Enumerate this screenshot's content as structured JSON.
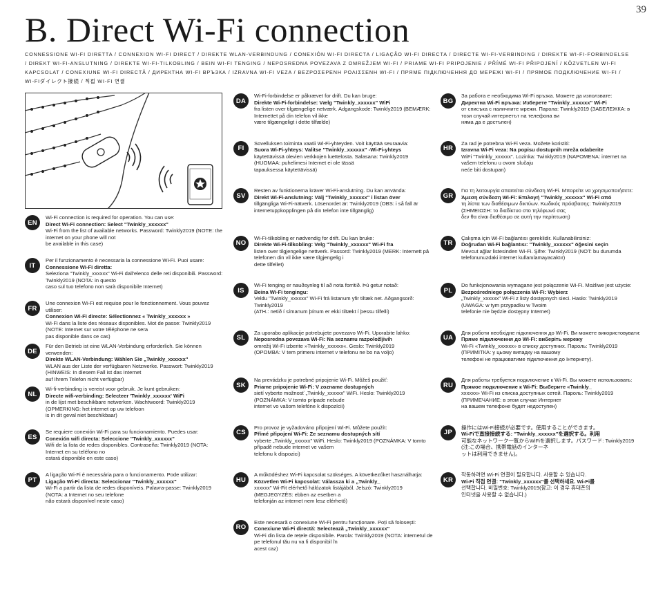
{
  "page_number": "39",
  "title": "B. Direct Wi-Fi connection",
  "subtitle": "CONNESSIONE WI-FI DIRETTA / CONNEXION WI-FI DIRECT / DIREKTE WLAN-VERBINDUNG / CONEXIÓN WI-FI DIRECTA / LIGAÇÃO WI-FI DIRECTA / DIRECTE WI-FI-VERBINDING / DIREKTE WI-FI-FORBINDELSE / DIREKT WI-FI-ANSLUTNING / DIREKTE WI-FI-TILKOBLING / BEIN WI-FI TENGING / NEPOSREDNA POVEZAVA Z OMREŽJEM WI-FI / PRIAME WI-FI PRIPOJENIE / PŘÍMÉ WI-FI PŘIPOJENÍ / KÖZVETLEN WI-FI KAPCSOLAT / CONEXIUNE WI-FI DIRECTĂ / ДИРЕКТНА WI-FI ВРЪЗКА / IZRAVNA WI-FI VEZA / ΒΕΖΡΟΣΕΡΕΝΗ ΡΟΛΙΣΣΕΝΗ WI-FI / ПРЯМЕ ПІДКЛЮЧЕННЯ ДО МЕРЕЖІ WI-FI / ПРЯМОЕ ПОДКЛЮЧЕНИЕ WI-FI / WI-FIダイレクト接続 / 직접 WI-FI 연결",
  "illustration": {
    "phone_icon": "star-logo-icon",
    "signal_icon": "wifi-waves-icon"
  },
  "col1": [
    {
      "code": "EN",
      "l1": "Wi-Fi connection is required for operation. You can use:",
      "l2": "Direct Wi-Fi connection: Select \"Twinkly_xxxxxx\"",
      "l3": "Wi-Fi from the list of available networks. Password: Twinkly2019 (NOTE: the internet on your phone will not",
      "l4": "be available in this case)"
    },
    {
      "code": "IT",
      "l1": "Per il funzionamento è necessaria la connessione Wi-Fi. Puoi usare:",
      "l2": "Connessione Wi-Fi diretta:",
      "l3": "Seleziona \"Twinkly_xxxxxx\" Wi-Fi dall'elenco delle reti disponibili. Password: Twinkly2019 (NOTA: in questo",
      "l4": "caso sul tuo telefono non sarà disponibile Internet)"
    },
    {
      "code": "FR",
      "l1": "Une connexion Wi-Fi est requise pour le fonctionnement. Vous pouvez utiliser:",
      "l2": "Connexion Wi-Fi directe: Sélectionnez « Twinkly_xxxxxx »",
      "l3": "Wi-Fi dans la liste des réseaux disponibles. Mot de passe: Twinkly2019 (NOTE: Internet sur votre téléphone ne sera",
      "l4": "pas disponible dans ce cas)"
    },
    {
      "code": "DE",
      "l1": "Für den Betrieb ist eine WLAN-Verbindung erforderlich. Sie können verwenden:",
      "l2": "Direkte WLAN-Verbindung: Wählen Sie „Twinkly_xxxxxx\"",
      "l3": "WLAN aus der Liste der verfügbaren Netzwerke. Passwort: Twinkly2019 (HINWEIS: In diesem Fall ist das Internet",
      "l4": "auf Ihrem Telefon nicht verfügbar)"
    },
    {
      "code": "NL",
      "l1": "Wi-fi-verbinding is vereist voor gebruik. Je kunt gebruiken:",
      "l2": "Directe wifi-verbinding: Selecteer 'Twinkly_xxxxxx' WiFi",
      "l3": "in de lijst met beschikbare netwerken. Wachtwoord: Twinkly2019 (OPMERKING: het internet op uw telefoon",
      "l4": "is in dit geval niet beschikbaar)"
    },
    {
      "code": "ES",
      "l1": "Se requiere conexión Wi-Fi para su funcionamiento. Puedes usar:",
      "l2": "Conexión wifi directa: Seleccione \"Twinkly_xxxxxx\"",
      "l3": "Wifi de la lista de redes disponibles. Contraseña: Twinkly2019 (NOTA: Internet en su teléfono no",
      "l4": "estará disponible en este caso)"
    },
    {
      "code": "PT",
      "l1": "A ligação Wi-Fi é necessária para o funcionamento. Pode utilizar:",
      "l2": "Ligação Wi-Fi directa: Seleccionar \"Twinkly_xxxxxx\"",
      "l3": "Wi-Fi a partir da lista de redes disponíveis. Palavra-passe: Twinkly2019 (NOTA: a Internet no seu telefone",
      "l4": "não estará disponível neste caso)"
    }
  ],
  "col2": [
    {
      "code": "DA",
      "l1": "Wi-Fi-forbindelse er påkrævet for drift. Du kan bruge:",
      "l2": "Direkte Wi-Fi-forbindelse: Vælg \"Twinkly_xxxxxx\" WiFi",
      "l3": "fra listen over tilgængelige netværk. Adgangskode: Twinkly2019 (BEMÆRK: Internettet på din telefon vil ikke",
      "l4": "være tilgængeligt i dette tilfælde)"
    },
    {
      "code": "FI",
      "l1": "Sovelluksen toiminta vaatii Wi-Fi-yhteyden. Voit käyttää seuraavia:",
      "l2": "Suora Wi-Fi-yhteys: Valitse \"Twinkly_xxxxxx\" -Wi-Fi-yhteys",
      "l3": "käytettävissä olevien verkkojen luettelosta. Salasana: Twinkly2019 (HUOMAA: puhelimesi Internet ei ole tässä",
      "l4": "tapauksessa käytettävissä)"
    },
    {
      "code": "SV",
      "l1": "Resten av funktionerna kräver Wi-Fi-anslutning. Du kan använda:",
      "l2": "Direkt Wi-Fi-anslutning: Välj \"Twinkly_xxxxxx\" i listan över",
      "l3": "tillgängliga Wi-Fi-nätverk. Lösenordet är: Twinkly2019 (OBS: i så fall är internetuppkopplingen på din telefon inte tillgänglig)",
      "l4": ""
    },
    {
      "code": "NO",
      "l1": "Wi-Fi-tilkobling er nødvendig for drift. Du kan bruke:",
      "l2": "Direkte Wi-Fi-tilkobling: Velg \"Twinkly_xxxxxx\" Wi-Fi fra",
      "l3": "listen over tilgjengelige nettverk. Passord: Twinkly2019 (MERK: Internett på telefonen din vil ikke være tilgjengelig i",
      "l4": "dette tilfellet)"
    },
    {
      "code": "IS",
      "l1": "Wi-Fi tenging er nauðsynleg til að nota forritið. Þú getur notað:",
      "l2": "Beina Wi-Fi tengingu:",
      "l3": "Veldu \"Twinkly_xxxxxx\" Wi-Fi frá listanum yfir tiltæk net. Aðgangsorð: Twinkly2019",
      "l4": "(ATH.: netið í símanum þínum er ekki tiltækt í þessu tilfelli)"
    },
    {
      "code": "SL",
      "l1": "Za uporabo aplikacije potrebujete povezavo Wi-Fi. Uporabite lahko:",
      "l2": "Neposredna povezava Wi-Fi: Na seznamu razpoložljivih",
      "l3": "omrežij Wi-Fi izberite »Twinkly_xxxxxx«. Geslo: Twinkly2019",
      "l4": "(OPOMBA: V tem primeru internet v telefonu ne bo na voljo)"
    },
    {
      "code": "SK",
      "l1": "Na prevádzku je potrebné pripojenie Wi-Fi. Môžeš použiť:",
      "l2": "Priame pripojenie Wi-Fi: V zozname dostupných",
      "l3": "sietí vyberte možnosť „Twinkly_xxxxxx\" WiFi. Heslo: Twinkly2019 (POZNÁMKA: V tomto prípade nebude",
      "l4": "internet vo vašom telefóne k dispozícii)"
    },
    {
      "code": "CS",
      "l1": "Pro provoz je vyžadováno připojení Wi-Fi. Můžete použít:",
      "l2": "Přímé připojení Wi-Fi: Ze seznamu dostupných sítí",
      "l3": "vyberte „Twinkly_xxxxxx\" WiFi. Heslo: Twinkly2019 (POZNÁMKA: V tomto případě nebude internet ve vašem",
      "l4": "telefonu k dispozici)"
    },
    {
      "code": "HU",
      "l1": "A működéshez Wi-Fi kapcsolat szükséges. A következőket használhatja:",
      "l2": "Közvetlen Wi-Fi kapcsolat: Válassza ki a „Twinkly_",
      "l3": "xxxxxx\" Wi-Fit elérhető hálózatok listájából. Jelszó: Twinkly2019 (MEGJEGYZÉS: ebben az esetben a",
      "l4": "telefonján az internet nem lesz elérhető)"
    },
    {
      "code": "RO",
      "l1": "Este necesară o conexiune Wi-Fi pentru funcționare. Poți să folosești:",
      "l2": "Conexiune Wi-Fi directă: Selectează „Twinkly_xxxxxx\"",
      "l3": "Wi-Fi din lista de rețele disponibile. Parola: Twinkly2019 (NOTA: internetul de pe telefonul tău nu va fi disponibil în",
      "l4": "acest caz)"
    }
  ],
  "col3": [
    {
      "code": "BG",
      "l1": "За работа е необходима Wi-Fi връзка. Можете да използвате:",
      "l2": "Директна Wi-Fi връзка: Изберете \"Twinkly_xxxxxx\" Wi-Fi",
      "l3": "от списъка с наличните мрежи. Парола: Twinkly2019 (ЗАБЕЛЕЖКА: в този случай интернетът на телефона ви",
      "l4": "няма да е достъпен)"
    },
    {
      "code": "HR",
      "l1": "Za rad je potrebna Wi-Fi veza. Možete koristiti:",
      "l2": "Izravna Wi-Fi veza: Na popisu dostupnih mreža odaberite",
      "l3": "WiFi \"Twinkly_xxxxxx\". Lozinka: Twinkly2019 (NAPOMENA: internet na vašem telefonu u ovom slučaju",
      "l4": "neće biti dostupan)"
    },
    {
      "code": "GR",
      "l1": "Για τη λειτουργία απαιτείται σύνδεση Wi-Fi. Μπορείτε να χρησιμοποιήσετε:",
      "l2": "Άμεση σύνδεση Wi-Fi: Επιλογή \"Twinkly_xxxxxx\" Wi-Fi από",
      "l3": "τη λίστα των διαθέσιμων δικτύων. Κωδικός πρόσβασης: Twinkly2019 (ΣΗΜΕΙΩΣΗ: το διαδίκτυο στο τηλέφωνό σας",
      "l4": "δεν θα είναι διαθέσιμο σε αυτή την περίπτωση)"
    },
    {
      "code": "TR",
      "l1": "Çalışma için Wi-Fi bağlantısı gereklidir. Kullanabilirsiniz:",
      "l2": "Doğrudan Wi-Fi bağlantısı: \"Twinkly_xxxxxx\" öğesini seçin",
      "l3": "Mevcut ağlar listesinden Wi-Fi. Şifre: Twinkly2019 (NOT: bu durumda telefonunuzdaki internet kullanılamayacaktır)",
      "l4": ""
    },
    {
      "code": "PL",
      "l1": "Do funkcjonowania wymagane jest połączenie Wi-Fi. Możliwe jest użycie:",
      "l2": "Bezpośredniego połączenia Wi-Fi: Wybierz",
      "l3": "„Twinkly_xxxxxx\" Wi-Fi z listy dostępnych sieci. Hasło: Twinkly2019 (UWAGA: w tym przypadku w Twoim",
      "l4": "telefonie nie będzie dostępny Internet)"
    },
    {
      "code": "UA",
      "l1": "Для роботи необхідне підключення до Wi-Fi. Ви можете використовувати:",
      "l2": "Пряме підключення до Wi-Fi: виберіть мережу",
      "l3": "Wi-Fi «Twinkly_xxxxxx» в списку доступних. Пароль: Twinkly2019 (ПРИМІТКА: у цьому випадку на вашому",
      "l4": "телефоні не працюватиме підключення до Інтернету)."
    },
    {
      "code": "RU",
      "l1": "Для работы требуется подключение к Wi-Fi. Вы можете использовать:",
      "l2": "Прямое подключение к Wi-Fi: Выберите «Twinkly_",
      "l3": "xxxxxx» Wi-Fi из списка доступных сетей. Пароль: Twinkly2019 (ПРИМЕЧАНИЕ: в этом случае Интернет",
      "l4": "на вашем телефоне будет недоступен)"
    },
    {
      "code": "JP",
      "l1": "操作にはWi-Fi接続が必要です。使用することができます。",
      "l2": "Wi-Fiで直接接続する: \"Twinkly_xxxxxx\"を選択する。利用",
      "l3": "可能なネットワーク一覧からWiFiを選択します。パスワード: Twinkly2019 (注:この場合、携帯電話のインターネ",
      "l4": "ットは利用できません)。"
    },
    {
      "code": "KR",
      "l1": "작동하려면 Wi-Fi 연결이 필요합니다. 사용할 수 있습니다.",
      "l2": "Wi-Fi 직접 연결: \"Twinkly_xxxxxx\"를 선택하세요. Wi-Fi를",
      "l3": "선택합니다. 비밀번호: Twinkly2019(참고: 이 경우 휴대폰의",
      "l4": "인터넷을 사용할 수 없습니다.)"
    }
  ]
}
